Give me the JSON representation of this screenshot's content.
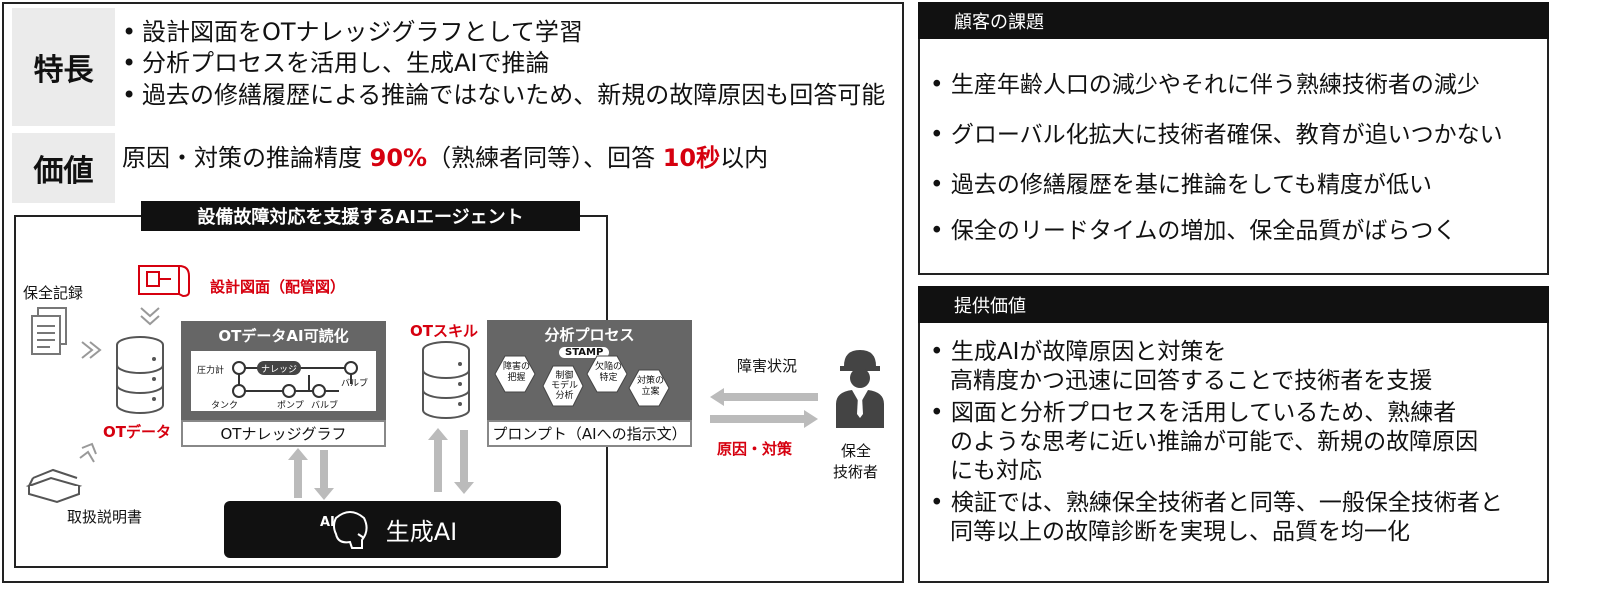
{
  "features": {
    "label": "特長",
    "bullets": [
      "設計図面をOTナレッジグラフとして学習",
      "分析プロセスを活用し、生成AIで推論",
      "過去の修繕履歴による推論ではないため、新規の故障原因も回答可能"
    ]
  },
  "value": {
    "label": "価値",
    "text_1": "原因・対策の推論精度 ",
    "highlight_1": "90%",
    "text_2": "（熟練者同等）、回答 ",
    "highlight_2": "10秒",
    "text_3": "以内"
  },
  "diagram": {
    "title": "設備故障対応を支援するAIエージェント",
    "maintenance_records": "保全記録",
    "design_drawing": "設計図面（配管図）",
    "manual": "取扱説明書",
    "ot_data": "OTデータ",
    "ot_data_ai": {
      "title": "OTデータAI可読化",
      "nodes": [
        "圧力計",
        "ナレッジ",
        "バルブ",
        "タンク",
        "ポンプ",
        "バルブ"
      ],
      "caption": "OTナレッジグラフ"
    },
    "ot_skill": "OTスキル",
    "analysis": {
      "title": "分析プロセス",
      "stamp": "STAMP",
      "hexes": [
        "障害の\n把握",
        "制御\nモデル\n分析",
        "欠陥の\n特定",
        "対策の\n立案"
      ],
      "caption": "プロンプト（AIへの指示文）"
    },
    "generative_ai": "生成AI",
    "ai_icon_text": "AI",
    "fault_status": "障害状況",
    "cause_measure": "原因・対策",
    "engineer": [
      "保全",
      "技術者"
    ]
  },
  "customer_issues": {
    "title": "顧客の課題",
    "bullets": [
      "生産年齢人口の減少やそれに伴う熟練技術者の減少",
      "グローバル化拡大に技術者確保、教育が追いつかない",
      "過去の修繕履歴を基に推論をしても精度が低い",
      "保全のリードタイムの増加、保全品質がばらつく"
    ]
  },
  "provided_value": {
    "title": "提供価値",
    "items": [
      [
        "生成AIが故障原因と対策を",
        "高精度かつ迅速に回答することで技術者を支援"
      ],
      [
        "図面と分析プロセスを活用しているため、熟練者",
        "のような思考に近い推論が可能で、新規の故障原因",
        "にも対応"
      ],
      [
        "検証では、熟練保全技術者と同等、一般保全技術者と",
        "同等以上の故障診断を実現し、品質を均一化"
      ]
    ]
  },
  "colors": {
    "accent_red": "#d6000f",
    "dark_panel": "#666666",
    "black": "#111111"
  }
}
